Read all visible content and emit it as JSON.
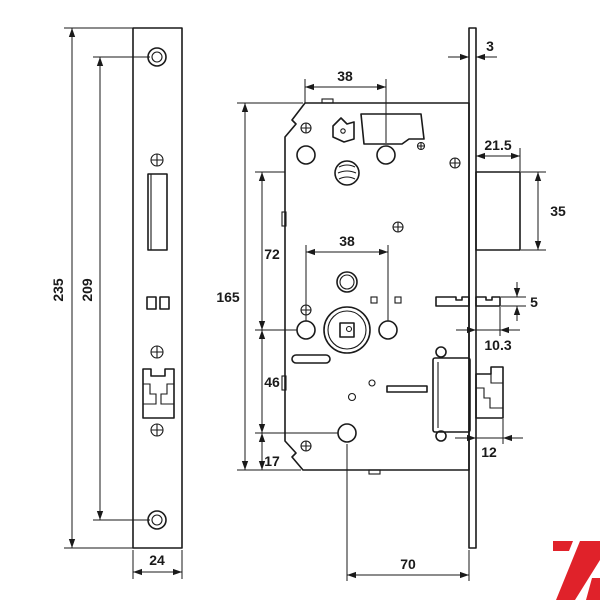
{
  "drawing": {
    "faceplate": {
      "overall_height": "235",
      "screw_hole_spacing": "209",
      "width": "24"
    },
    "lock_case": {
      "case_height": "165",
      "upper_hole_spacing": "38",
      "middle_hole_spacing": "38",
      "upper_to_spindle": "72",
      "spindle_to_lower_hole": "46",
      "lower_hole_to_bottom": "17",
      "backset": "70",
      "plate_thickness": "3",
      "latch_projection": "21.5",
      "latch_height": "35",
      "slot_height": "5",
      "slot_projection": "10.3",
      "deadbolt_projection": "12"
    }
  },
  "icons": {
    "logo": "brand-logo-icon"
  },
  "colors": {
    "line": "#1a1a1a",
    "logo": "#e0222a",
    "background": "#ffffff"
  }
}
